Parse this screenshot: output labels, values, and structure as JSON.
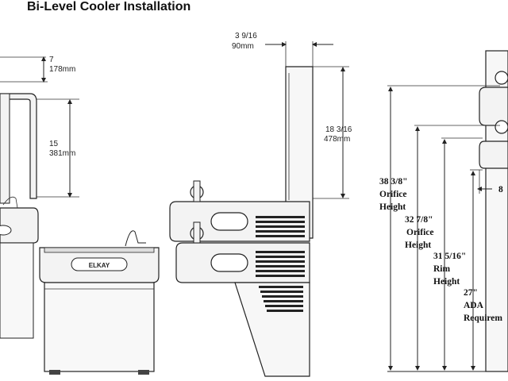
{
  "title": "Bi-Level Cooler Installation",
  "brand": "ELKAY",
  "dims": {
    "d7_in": "7",
    "d7_mm": "178mm",
    "d15_in": "15",
    "d15_mm": "381mm",
    "d3916_in": "3 9/16",
    "d3916_mm": "90mm",
    "d18316_in": "18 3/16",
    "d18316_mm": "478mm",
    "d8": "8"
  },
  "heights": {
    "h1_value": "38 3/8\"",
    "h1_l1": "Orifice",
    "h1_l2": "Height",
    "h2_value": "32 7/8\"",
    "h2_l1": "Orifice",
    "h2_l2": "Height",
    "h3_value": "31 5/16\"",
    "h3_l1": "Rim",
    "h3_l2": "Height",
    "h4_value": "27\"",
    "h4_l1": "ADA",
    "h4_l2": "Requirem"
  }
}
